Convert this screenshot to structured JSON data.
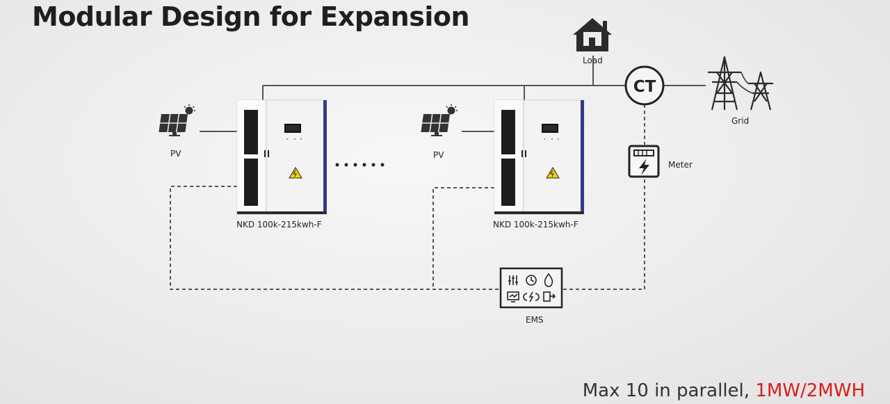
{
  "title": "Modular Design for Expansion",
  "nodes": {
    "load": "Load",
    "ct": "CT",
    "grid": "Grid",
    "meter": "Meter",
    "pv_1": "PV",
    "pv_2": "PV",
    "cabinet_1": "NKD 100k-215kwh-F",
    "cabinet_2": "NKD 100k-215kwh-F",
    "ems": "EMS"
  },
  "footer": {
    "text": "Max 10 in parallel, ",
    "highlight": "1MW/2MWH"
  },
  "colors": {
    "highlight": "#d71d1d",
    "line": "#555555",
    "cabinet_body": "#f2f2f2",
    "cabinet_accent": "#2f3a8f"
  },
  "icons": [
    "house-icon",
    "ct-icon",
    "pylon-icon",
    "meter-icon",
    "solar-panel-icon",
    "ems-icon",
    "warning-icon"
  ]
}
